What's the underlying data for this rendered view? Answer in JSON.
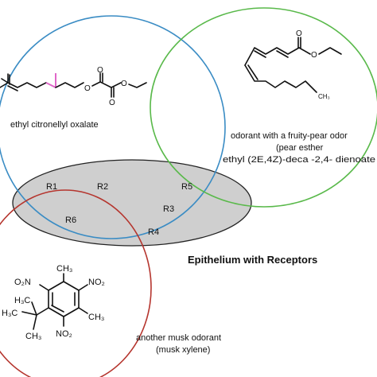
{
  "colors": {
    "blue_circle": "#3a8cc4",
    "green_circle": "#59b94a",
    "red_circle": "#b5352e",
    "epithelium_fill": "#cfcfcf",
    "stereo_mark": "#e066c8",
    "oxygen": "#d62020"
  },
  "odorants": {
    "citronellyl": {
      "caption": "ethyl citronellyl oxalate"
    },
    "pear": {
      "caption_line1": "odorant with a fruity-pear odor",
      "caption_line2": "(pear esther",
      "caption_line3": "ethyl (2E,4Z)-deca -2,4- dienoate"
    },
    "musk": {
      "caption_line1": "another musk odorant",
      "caption_line2": "(musk xylene)"
    }
  },
  "epithelium": {
    "title": "Epithelium with Receptors",
    "receptors": [
      "R1",
      "R2",
      "R3",
      "R4",
      "R5",
      "R6"
    ]
  },
  "molecule_labels": {
    "pear_ch3": "CH₃",
    "musk_ch3_top": "CH₃",
    "musk_ch3_right": "CH₃",
    "musk_no2_left": "O₂N",
    "musk_no2_right": "NO₂",
    "musk_no2_bottom": "NO₂",
    "musk_h3c_top": "H₃C",
    "musk_h3c_left": "H₃C",
    "musk_ch3_bottom": "CH₃"
  }
}
